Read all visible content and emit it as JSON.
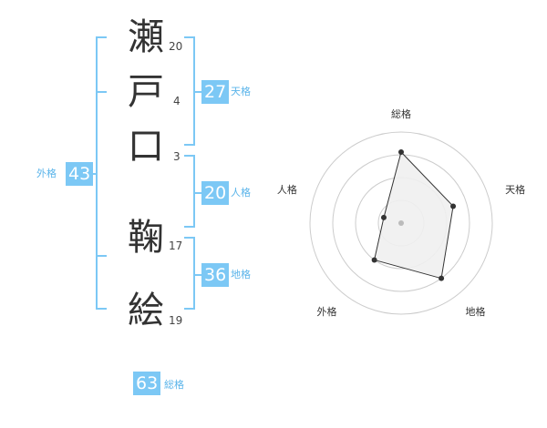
{
  "name": {
    "chars": [
      {
        "char": "瀬",
        "strokes": "20"
      },
      {
        "char": "戸",
        "strokes": "4"
      },
      {
        "char": "口",
        "strokes": "3"
      },
      {
        "char": "鞠",
        "strokes": "17"
      },
      {
        "char": "絵",
        "strokes": "19"
      }
    ]
  },
  "scores": {
    "tenkaku": {
      "value": "27",
      "label": "天格"
    },
    "jinkaku": {
      "value": "20",
      "label": "人格"
    },
    "chikaku": {
      "value": "36",
      "label": "地格"
    },
    "gaikaku": {
      "value": "43",
      "label": "外格"
    },
    "soukaku": {
      "value": "63",
      "label": "総格"
    }
  },
  "chart_data": {
    "type": "radar",
    "axes": [
      "総格",
      "天格",
      "地格",
      "外格",
      "人格"
    ],
    "values": [
      0.78,
      0.6,
      0.75,
      0.5,
      0.2
    ],
    "rings": 4,
    "colors": {
      "fill": "#f0f0f0",
      "line": "#333333",
      "grid": "#cccccc",
      "center": "#bbbbbb"
    }
  },
  "colors": {
    "accent": "#7cc8f5",
    "accent_text": "#5ab4ea"
  }
}
